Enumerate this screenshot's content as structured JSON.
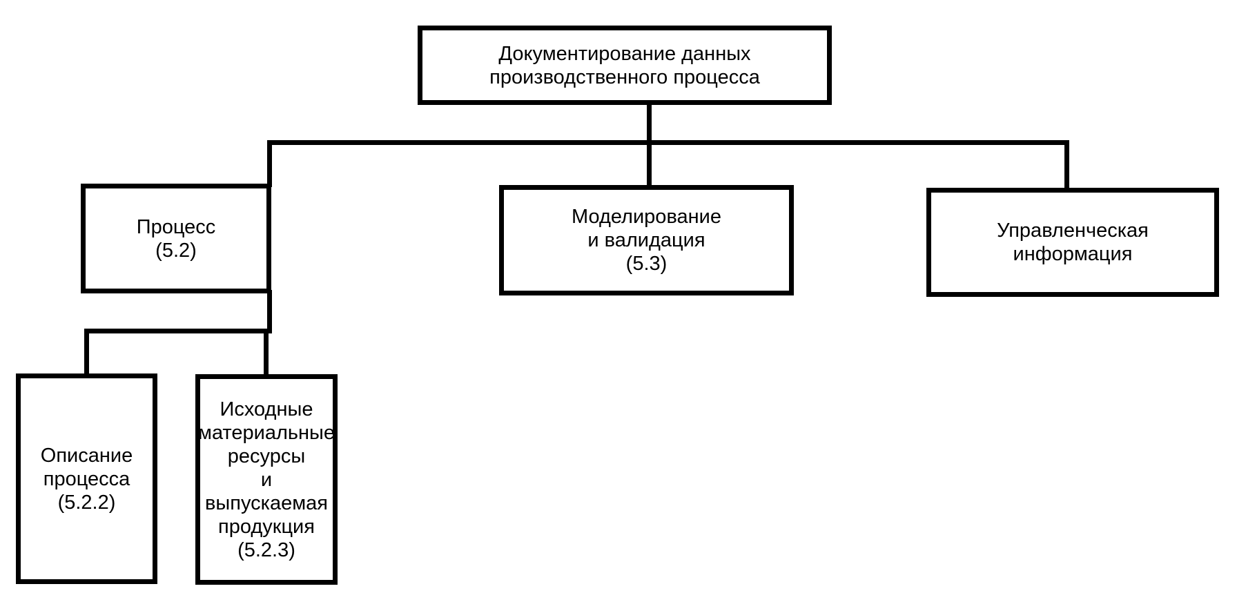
{
  "diagram": {
    "type": "hierarchy",
    "root": {
      "id": "root",
      "label": "Документирование данных\nпроизводственного процесса"
    },
    "nodes": [
      {
        "id": "process",
        "parent": "root",
        "label": "Процесс\n(5.2)"
      },
      {
        "id": "modeling",
        "parent": "root",
        "label": "Моделирование\nи валидация\n(5.3)"
      },
      {
        "id": "management",
        "parent": "root",
        "label": "Управленческая\nинформация"
      },
      {
        "id": "process-description",
        "parent": "process",
        "label": "Описание\nпроцесса\n(5.2.2)"
      },
      {
        "id": "materials",
        "parent": "process",
        "label": "Исходные\nматериальные\nресурсы\nи выпускаемая\nпродукция\n(5.2.3)"
      }
    ]
  }
}
